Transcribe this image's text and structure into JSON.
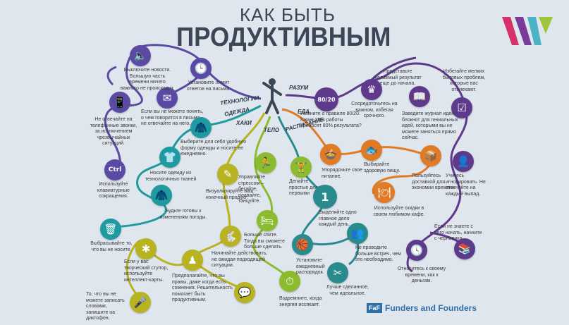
{
  "title": {
    "line1": "КАК БЫТЬ",
    "line2": "ПРОДУКТИВНЫМ"
  },
  "categories": {
    "technology": "ТЕХНОЛОГИИ",
    "clothes": "ОДЕЖДА",
    "hacks": "ХАКИ",
    "body": "ТЕЛО",
    "schedule": "РАСПИСАНИЕ",
    "food": "ЕДА",
    "mind": "РАЗУМ"
  },
  "icons": {
    "speaker": "🔈",
    "phone": "📱",
    "email": "✉",
    "ctrl": "Ctrl",
    "clock_mail": "🕒",
    "jacket": "🧥",
    "shirt": "👕",
    "suit": "🧥",
    "trash": "🗑",
    "idea": "✱",
    "pencil": "✎",
    "chess": "♟",
    "rabbit": "🐇",
    "speech": "💬",
    "mic": "🎤",
    "runner": "🏃",
    "lifter": "🏋",
    "bed": "🛏",
    "basketball": "🏀",
    "stopwatch": "⏱",
    "one": "1",
    "meeting": "👥",
    "scissors": "✂",
    "bowl": "🍲",
    "fish": "🐟",
    "delivery": "📦",
    "food_ok": "🍽",
    "ratio": "80/20",
    "crown": "♛",
    "book": "📖",
    "check": "☑",
    "ignore": "👤",
    "clock": "🕓",
    "books": "📚"
  },
  "tips": {
    "news": "Выключите новости. Большую часть времени ничего важного не происходит.",
    "email_limit": "Установите лимит ответов на письма.",
    "email_say": "Если вы не можете понять, о чем говорится в письме, не отвечайте на него.",
    "phone": "Не отвечайте на телефонные звонки, за исключением чрезвычайных ситуаций.",
    "shortcuts": "Используйте клавиатурные сокращения.",
    "uniform": "Выберите для себя удобную форму одежды и носите ее ежедневно.",
    "tech_fabric": "Носите одежду из технологичных тканей",
    "ready_change": "Будьте готовы к изменениям погоды.",
    "discard": "Выбрасывайте то, что вы не носите.",
    "stupor": "Если у вас творческий ступор, используйте интеллект-карты.",
    "visualize": "Визуализируйте ваш конечный продукт.",
    "start": "Начинайте действовать, не ожидая подходящей ситуации.",
    "assume": "Предполагайте, что вы правы, даже когда есть сомнения. Решительность помогает быть продуктивным.",
    "record": "То, что вы не можете записать словами, запишите на диктофон.",
    "stress": "Управляйте стрессом – бегайте, плавайте, танцуйте.",
    "simple_first": "Делайте простые дела первыми",
    "sleep": "Больше спите. Тогда вы сможете больше сделать.",
    "energy": "Вздремните, когда энергия иссякает.",
    "one_thing": "Выделяйте одно главное дело каждый день.",
    "routine": "Установите ежедневный распорядок.",
    "meetings": "Не проводите больше встреч, чем это необходимо.",
    "done_better": "Лучше сделанное, чем идеальное.",
    "ordered_food": "Упорядочьте свое питание.",
    "healthy": "Выбирайте здоровую пищу.",
    "delivery": "Пользуйтесь доставкой для экономии времени.",
    "discounts": "Используйте скидки в своем любимом кафе.",
    "pareto": "Помните о правиле 80/20. Какие 20% работы приносят 80% результата?",
    "focus": "Сосредоточьтесь на важном, избегая срочного.",
    "imagine": "Представьте желаемый результат еще до начала.",
    "avoid_small": "Избегайте мелких бытовых проблем, которые вас отвлекают.",
    "journal": "Заведите журнал идей - блокнот для гениальных идей, которыми вы не можете заняться прямо сейчас.",
    "ignore_learn": "Учитесь игнорировать. Не отвечайте на каждый выпад.",
    "draft": "Если не знаете с чего начать, начните с черновика.",
    "money_time": "Относитесь к своему времени, как к деньгам."
  },
  "brand": {
    "box": "FaF",
    "name": "Funders and Founders"
  },
  "logo_letter": "W",
  "colors": {
    "background": "#dfe6ee",
    "title": "#3b4656",
    "technology": "#5b4aa3",
    "clothes": "#1f9aa0",
    "hacks": "#b8b321",
    "body": "#8dbb2f",
    "schedule": "#2a8b8f",
    "food": "#e07a24",
    "mind": "#5d3a8c",
    "brand": "#2f6fa8"
  }
}
